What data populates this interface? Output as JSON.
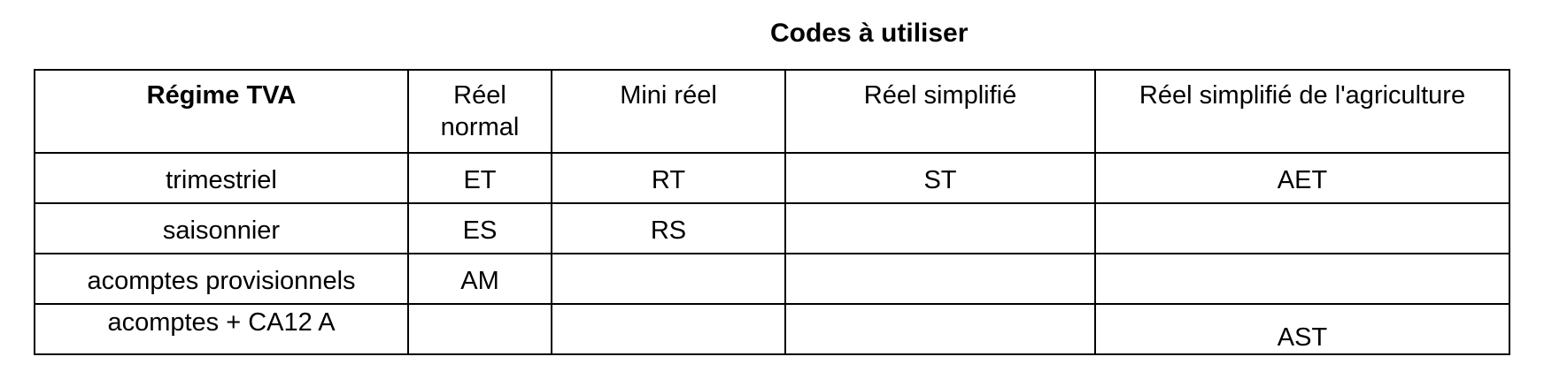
{
  "title": "Codes à utiliser",
  "table": {
    "headers": [
      "Régime TVA",
      "Réel normal",
      "Mini réel",
      "Réel simplifié",
      "Réel simplifié de l'agriculture"
    ],
    "rows": [
      [
        "trimestriel",
        "ET",
        "RT",
        "ST",
        "AET"
      ],
      [
        "saisonnier",
        "ES",
        "RS",
        "",
        ""
      ],
      [
        "acomptes provisionnels",
        "AM",
        "",
        "",
        ""
      ],
      [
        "acomptes + CA12 A",
        "",
        "",
        "",
        "AST"
      ]
    ]
  }
}
